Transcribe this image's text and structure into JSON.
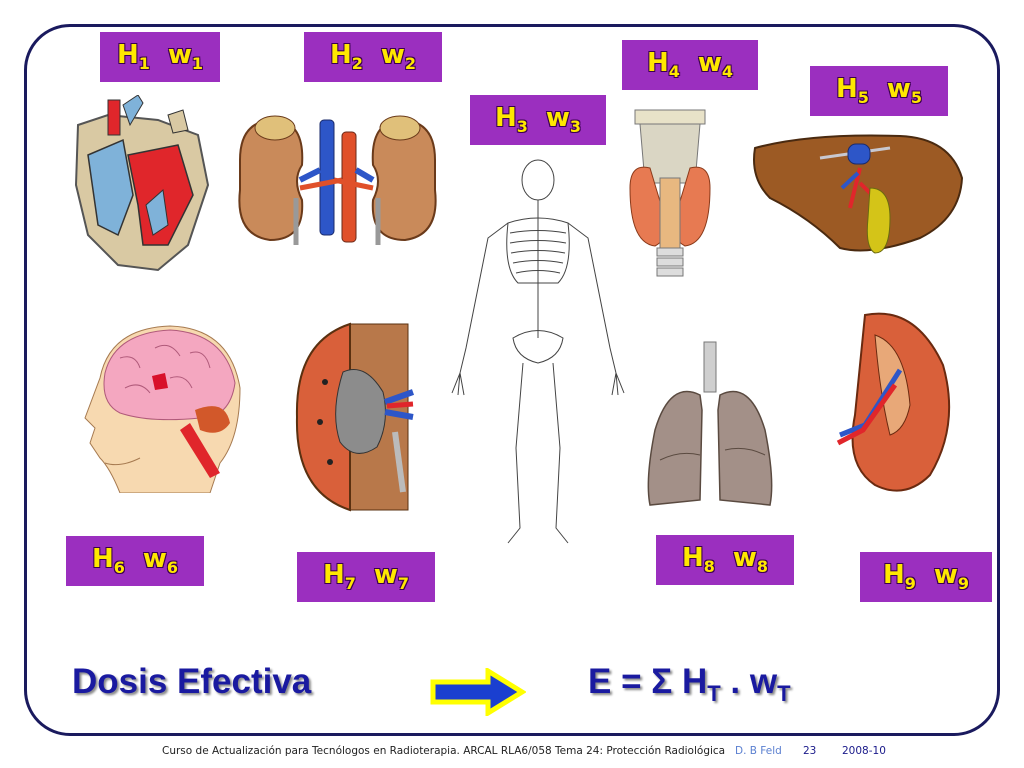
{
  "labels": [
    {
      "h": "H",
      "hs": "1",
      "w": "w",
      "ws": "1"
    },
    {
      "h": "H",
      "hs": "2",
      "w": "w",
      "ws": "2"
    },
    {
      "h": "H",
      "hs": "3",
      "w": "w",
      "ws": "3"
    },
    {
      "h": "H",
      "hs": "4",
      "w": "w",
      "ws": "4"
    },
    {
      "h": "H",
      "hs": "5",
      "w": "w",
      "ws": "5"
    },
    {
      "h": "H",
      "hs": "6",
      "w": "w",
      "ws": "6"
    },
    {
      "h": "H",
      "hs": "7",
      "w": "w",
      "ws": "7"
    },
    {
      "h": "H",
      "hs": "8",
      "w": "w",
      "ws": "8"
    },
    {
      "h": "H",
      "hs": "9",
      "w": "w",
      "ws": "9"
    }
  ],
  "title": "Dosis Efectiva",
  "formula": {
    "lhs": "E  =  Σ  H",
    "sub1": "T",
    "mid": " . w",
    "sub2": "T"
  },
  "footer": {
    "course": "Curso de Actualización para Tecnólogos en Radioterapia.  ARCAL RLA6/058   Tema 24: Protección Radiológica",
    "author": "D. B Feld",
    "page": "23",
    "date": "2008-10"
  },
  "colors": {
    "label_bg": "#9b2fbf",
    "label_text": "#ffe800",
    "title": "#1a1aa0",
    "frame": "#1a1a5e",
    "arrow_fill": "#1a3fd0",
    "arrow_outline": "#ffff00",
    "footer_accent": "#5a7fd0",
    "footer_dark": "#1a1a8a"
  }
}
